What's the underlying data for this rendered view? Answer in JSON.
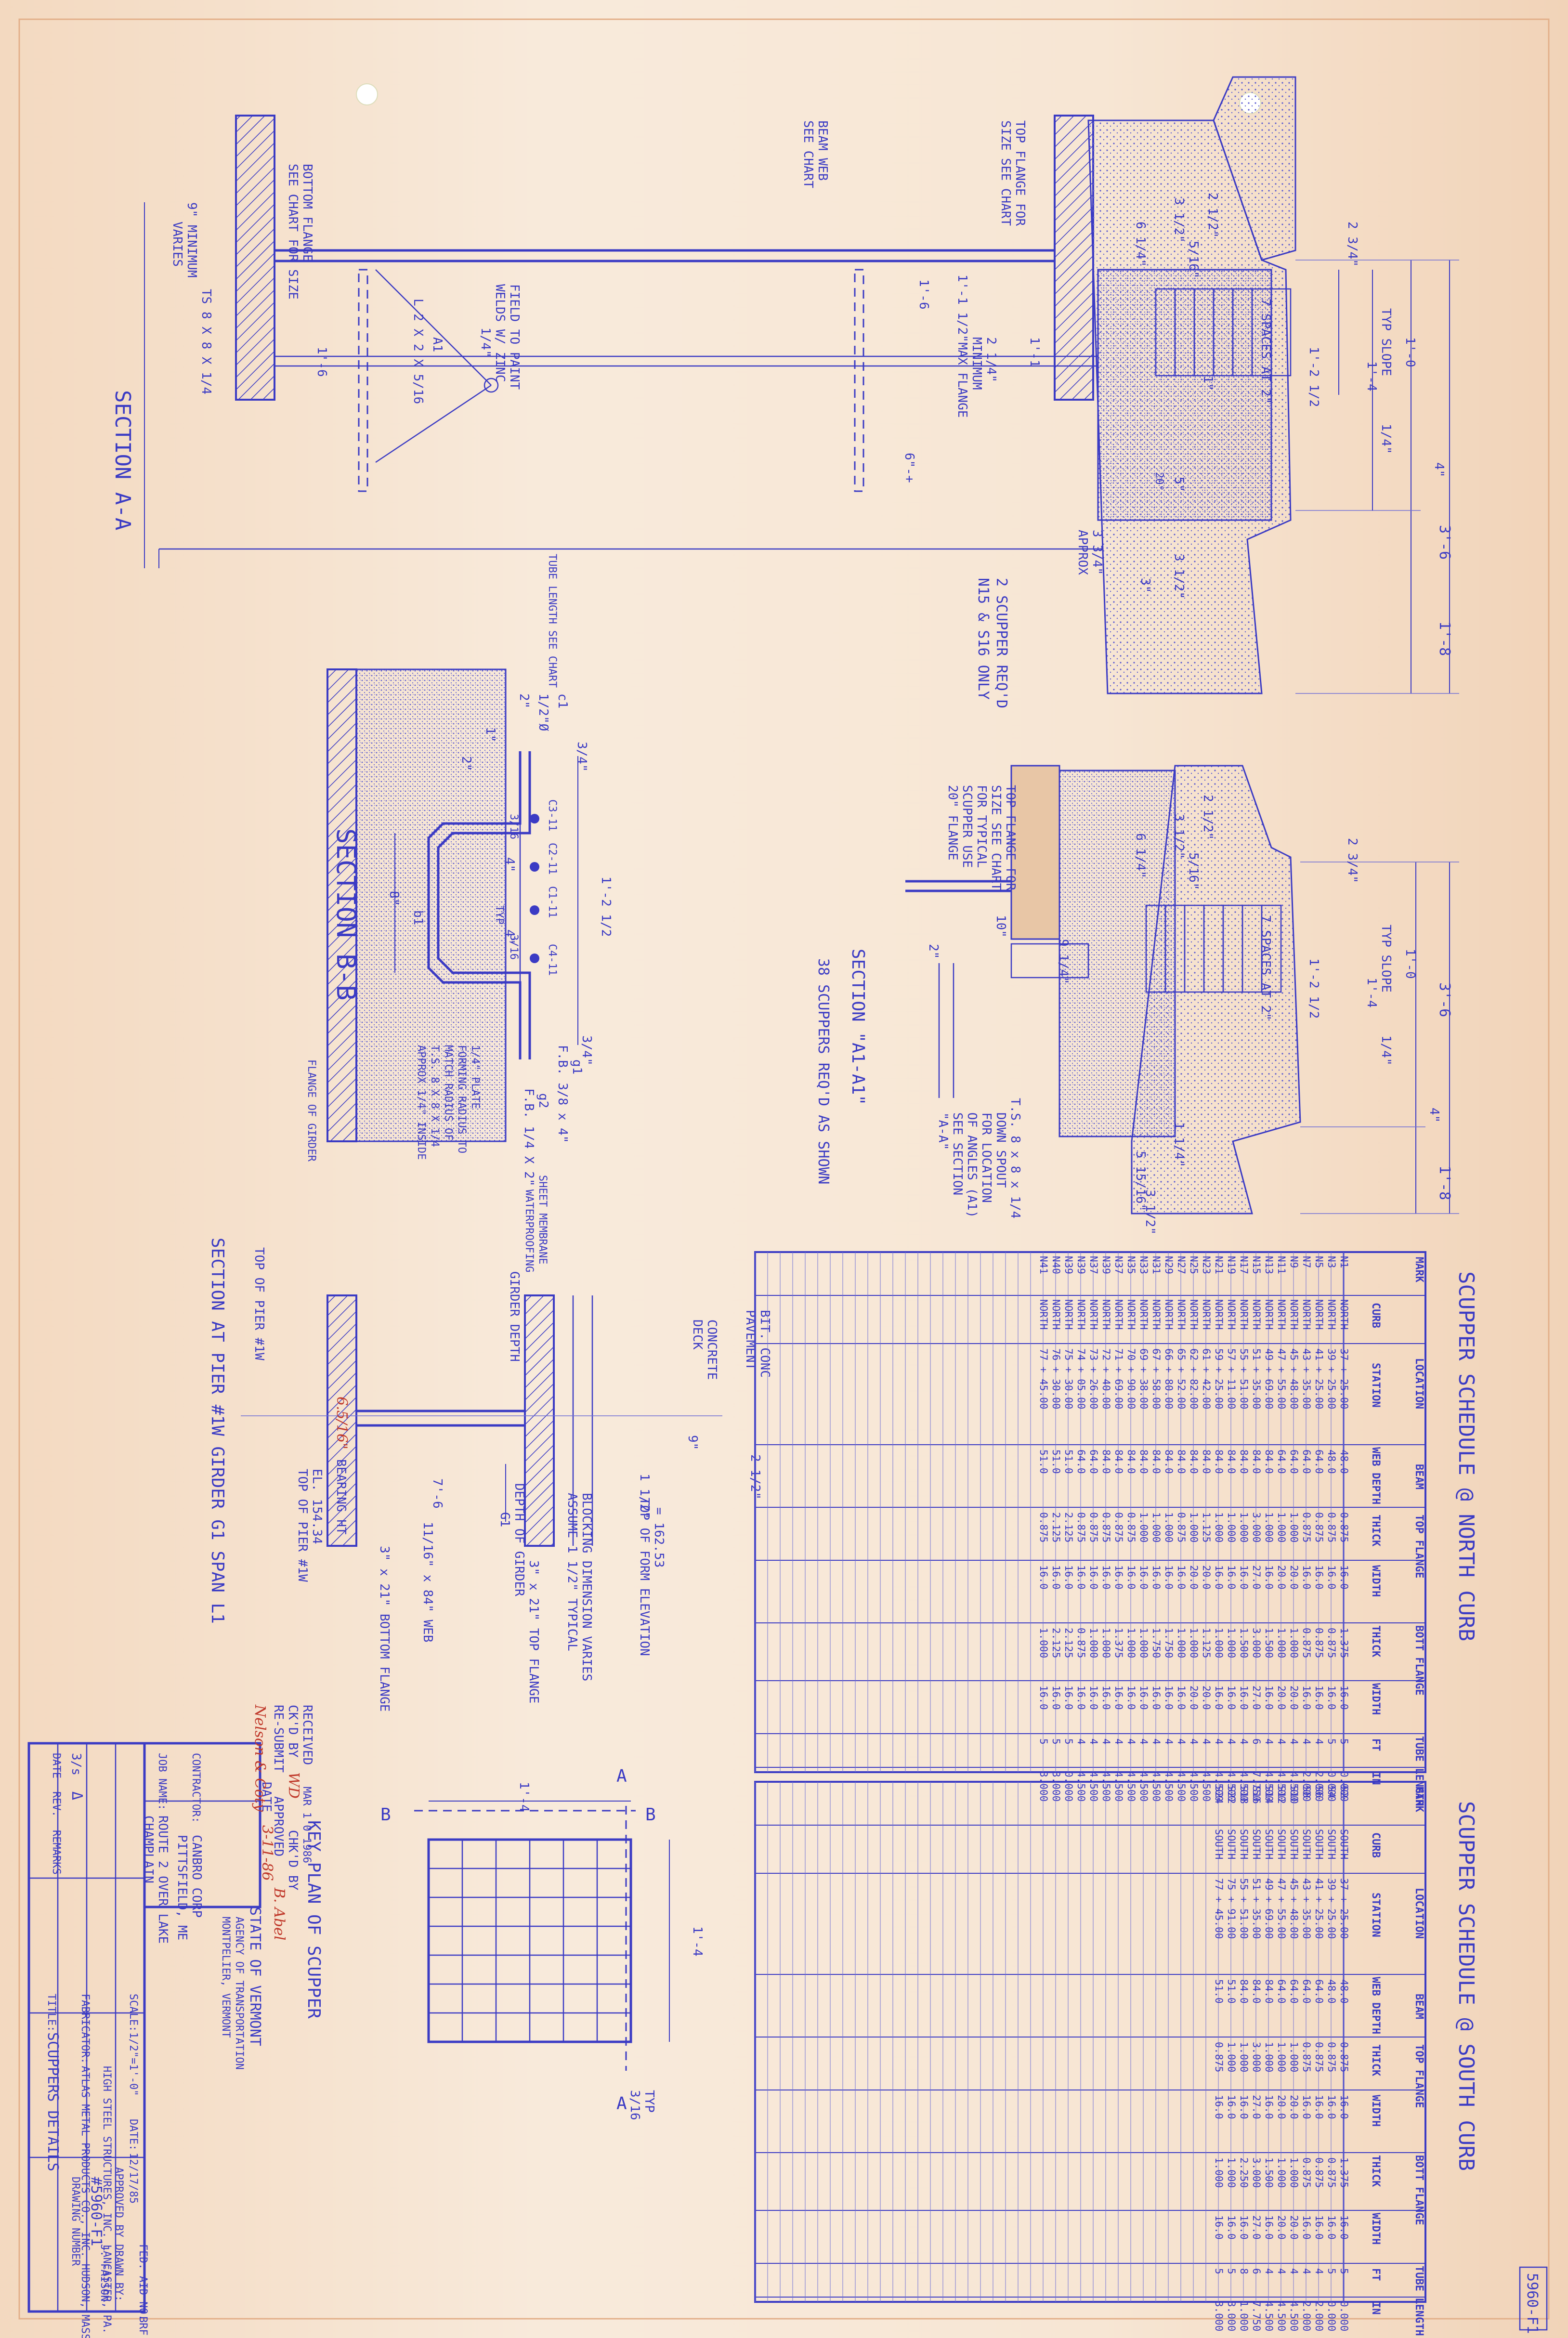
{
  "sheet_no_corner": "5960-F1",
  "section_aa": {
    "title": "SECTION  A-A",
    "labels": {
      "bottom_flange": "BOTTOM FLANGE",
      "bottom_flange2": "SEE CHART FOR SIZE",
      "beam_web": "BEAM WEB",
      "beam_web2": "SEE CHART",
      "top_flange": "TOP FLANGE FOR",
      "top_flange2": "SIZE SEE CHART",
      "min_9": "9\" MINIMUM",
      "varies": "VARIES",
      "ts": "TS 8 X 8 X 1/4",
      "field_paint": "FIELD TO PAINT",
      "field_paint2": "WELDS W/ ZINC",
      "weld": "1/4\"",
      "angle": "L 2 X 2 X 5/16",
      "a1": "A1",
      "d1_6": "1'-6",
      "d1_6b": "1'-6",
      "d1_1": "1'-1",
      "d1_1_2": "1'-1 1/2\"MAX FLANGE",
      "d2_1_4": "2 1/4\"",
      "minimum": "MINIMUM",
      "d6": "6\"-+",
      "tube_len": "TUBE LENGTH SEE CHART",
      "d3_1_2": "3 1/2\"",
      "d2_1_2": "2 1/2\"",
      "d5_16": "5/16\"",
      "d6_1_4": "6 1/4\"",
      "d2_3_4": "2 3/4\"",
      "d1_0": "1'-0",
      "typ_slope": "TYP SLOPE",
      "d1_4": "1'-4",
      "d1_4in": "1/4\"",
      "d7_spaces": "7 SPACES AT 2\"",
      "d1_2_1_2": "1'-2 1/2",
      "d1": "1\"",
      "d4": "4\"",
      "d5": "5\"",
      "d3_6": "3'-6",
      "d1_8": "1'-8",
      "d3_3_4": "3 3/4\"",
      "approx": "APPROX",
      "d3_1_2b": "3 1/2\"",
      "d3": "3\"",
      "deg20": "20°",
      "note1": "2 SCUPPER REQ'D",
      "note2": "N15 & S16 ONLY"
    }
  },
  "section_a1": {
    "title": "SECTION \"A1-A1\"",
    "note": "38 SCUPPERS REQ'D AS SHOWN",
    "labels": {
      "top_flange": "TOP FLANGE FOR",
      "top_flange2": "SIZE SEE CHART",
      "typical": "FOR TYPICAL",
      "scupper_use": "SCUPPER USE",
      "flange20": "20\" FLANGE",
      "d10": "10\"",
      "d2": "2\"",
      "d9_1_4": "9 1/4\"",
      "ts": "T.S. 8 x 8 x 1/4",
      "down_spout": "DOWN SPOUT",
      "for_location": "FOR LOCATION",
      "of_angles": "OF ANGLES (A1)",
      "see_section": "SEE SECTION",
      "aa": "\"A-A\"",
      "d5_15_16": "5 15/16\"",
      "d3_1_2": "3 1/2\"",
      "d1_1_4": "1 1/4\"",
      "d4": "4\"",
      "d1_8": "1'-8",
      "d3_6": "3'-6",
      "d1_0": "1'-0",
      "typ_slope": "TYP SLOPE",
      "d1_4": "1'-4",
      "d1_4in": "1/4\"",
      "d7_spaces": "7 SPACES AT 2\"",
      "d1_2_1_2": "1'-2 1/2",
      "d2_3_4": "2 3/4\"",
      "d6_1_4": "6 1/4\"",
      "d5_16": "5/16\"",
      "d3_1_2b": "3 1/2\"",
      "d2_1_2": "2 1/2\""
    }
  },
  "section_bb": {
    "title": "SECTION  B-B",
    "labels": {
      "c1": "c1",
      "half_diam": "1/2\"Ø",
      "d2": "2\"",
      "d1": "1\"",
      "d2b": "2\"",
      "d3_4": "3/4\"",
      "d3_4b": "3/4\"",
      "d1_2_1_2": "1'-2 1/2",
      "d4": "4\"",
      "d4b": "4\"",
      "d8": "8\"",
      "b1": "b1",
      "c3": "C3-11",
      "c2": "C2-11",
      "c1b": "C1-11",
      "c4": "C4-11",
      "typ": "TYP",
      "d3_16": "3/16",
      "d3_16b": "3/16",
      "g1": "g1",
      "fb38": "F.B. 3/8 x 4\"",
      "g2": "g2",
      "fb14": "F.B. 1/4 X 2\"",
      "plate1": "1/4\" PLATE",
      "plate2": "FORMING RADIUS TO",
      "plate3": "MATCH RADIUS OF",
      "plate4": "T.S. 8 X 8 X 1/4",
      "plate5": "APPROX 1/4\" INSIDE",
      "flange": "FLANGE OF GIRDER",
      "membrane": "SHEET MEMBRANE",
      "waterproof": "WATERPROOFING"
    }
  },
  "section_pier": {
    "title": "SECTION AT PIER #1W GIRDER G1 SPAN L1",
    "labels": {
      "bit": "BIT. CONC",
      "pavement": "PAVEMENT",
      "concrete": "CONCRETE",
      "deck": "DECK",
      "d2_1_2": "2 1/2\"",
      "d9": "9\"",
      "d1_1_2": "1 1/2\"",
      "girder_depth": "GIRDER DEPTH",
      "top_form": "TOP OF FORM ELEVATION",
      "top_form_val": "= 162.53",
      "blocking1": "BLOCKING DIMENSION VARIES",
      "blocking2": "ASSUME  1 1/2\" TYPICAL",
      "top_flange": "3\" x 21\" TOP FLANGE",
      "depth1": "DEPTH OF GIRDER",
      "depth2": "G1",
      "d7_6": "7'-6",
      "web": "11/16\" x 84\" WEB",
      "bottom_flange": "3\" x 21\" BOTTOM FLANGE",
      "bearing": "BEARING HT",
      "bearing_val": "6.5/16\"",
      "el": "EL. 154.34",
      "top_pier": "TOP OF PIER #1W",
      "top_pier2": "TOP OF PIER #1W"
    }
  },
  "key_plan": {
    "title": "KEY PLAN OF SCUPPER",
    "labels": {
      "d1_4a": "1'-4",
      "d1_4b": "1'-4",
      "a1": "A",
      "a2": "A",
      "b1": "B",
      "b2": "B",
      "typ": "TYP",
      "d3_16": "3/16"
    }
  },
  "north_schedule": {
    "title": "SCUPPER SCHEDULE @ NORTH CURB",
    "headers": {
      "mark": "MARK",
      "location": "LOCATION",
      "curb": "CURB",
      "station": "STATION",
      "beam": "BEAM",
      "web_depth": "WEB DEPTH",
      "top_flange": "TOP FLANGE",
      "tf_thick": "THICK",
      "tf_width": "WIDTH",
      "bott_flange": "BOTT FLANGE",
      "bf_thick": "THICK",
      "bf_width": "WIDTH",
      "tube_length": "TUBE LENGTH",
      "ft": "FT",
      "in": "IN"
    },
    "rows": [
      [
        "N1",
        "NORTH",
        "37 + 25.00",
        "48.0",
        "0.875",
        "16.0",
        "1.375",
        "16.0",
        "5",
        "0.000"
      ],
      [
        "N3",
        "NORTH",
        "39 + 25.00",
        "48.0",
        "0.875",
        "16.0",
        "0.875",
        "16.0",
        "5",
        "0.000"
      ],
      [
        "N5",
        "NORTH",
        "41 + 25.00",
        "64.0",
        "0.875",
        "16.0",
        "0.875",
        "16.0",
        "4",
        "2.000"
      ],
      [
        "N7",
        "NORTH",
        "43 + 35.00",
        "64.0",
        "0.875",
        "16.0",
        "0.875",
        "16.0",
        "4",
        "2.000"
      ],
      [
        "N9",
        "NORTH",
        "45 + 48.00",
        "64.0",
        "1.000",
        "20.0",
        "1.000",
        "20.0",
        "4",
        "4.500"
      ],
      [
        "N11",
        "NORTH",
        "47 + 55.00",
        "64.0",
        "1.000",
        "20.0",
        "1.000",
        "20.0",
        "4",
        "4.500"
      ],
      [
        "N13",
        "NORTH",
        "49 + 69.00",
        "84.0",
        "1.000",
        "16.0",
        "1.500",
        "16.0",
        "4",
        "4.500"
      ],
      [
        "N15",
        "NORTH",
        "51 + 35.00",
        "84.0",
        "3.000",
        "27.0",
        "3.000",
        "27.0",
        "6",
        "7.750"
      ],
      [
        "N17",
        "NORTH",
        "55 + 51.00",
        "84.0",
        "1.000",
        "16.0",
        "1.500",
        "16.0",
        "4",
        "4.500"
      ],
      [
        "N19",
        "NORTH",
        "57 + 11.00",
        "84.0",
        "1.000",
        "16.0",
        "1.000",
        "16.0",
        "4",
        "4.500"
      ],
      [
        "N21",
        "NORTH",
        "59 + 25.00",
        "84.0",
        "1.000",
        "16.0",
        "1.000",
        "16.0",
        "4",
        "4.500"
      ],
      [
        "N23",
        "NORTH",
        "61 + 42.00",
        "84.0",
        "1.125",
        "20.0",
        "1.125",
        "20.0",
        "4",
        "4.500"
      ],
      [
        "N25",
        "NORTH",
        "62 + 82.00",
        "84.0",
        "1.000",
        "20.0",
        "1.000",
        "20.0",
        "4",
        "4.500"
      ],
      [
        "N27",
        "NORTH",
        "65 + 52.00",
        "84.0",
        "0.875",
        "16.0",
        "1.000",
        "16.0",
        "4",
        "4.500"
      ],
      [
        "N29",
        "NORTH",
        "66 + 80.00",
        "84.0",
        "1.000",
        "16.0",
        "1.750",
        "16.0",
        "4",
        "4.500"
      ],
      [
        "N31",
        "NORTH",
        "67 + 58.00",
        "84.0",
        "1.000",
        "16.0",
        "1.750",
        "16.0",
        "4",
        "4.500"
      ],
      [
        "N33",
        "NORTH",
        "69 + 38.00",
        "84.0",
        "1.000",
        "16.0",
        "1.000",
        "16.0",
        "4",
        "4.500"
      ],
      [
        "N35",
        "NORTH",
        "70 + 90.00",
        "84.0",
        "0.875",
        "16.0",
        "1.000",
        "16.0",
        "4",
        "4.500"
      ],
      [
        "N37",
        "NORTH",
        "71 + 69.00",
        "84.0",
        "0.875",
        "16.0",
        "1.375",
        "16.0",
        "4",
        "4.500"
      ],
      [
        "N39",
        "NORTH",
        "72 + 40.00",
        "84.0",
        "0.875",
        "16.0",
        "1.000",
        "16.0",
        "4",
        "4.500"
      ],
      [
        "N37",
        "NORTH",
        "73 + 26.00",
        "64.0",
        "0.875",
        "16.0",
        "1.000",
        "16.0",
        "4",
        "4.500"
      ],
      [
        "N39",
        "NORTH",
        "74 + 05.00",
        "64.0",
        "0.875",
        "16.0",
        "0.875",
        "16.0",
        "4",
        "4.500"
      ],
      [
        "N39",
        "NORTH",
        "75 + 30.00",
        "51.0",
        "2.125",
        "16.0",
        "2.125",
        "16.0",
        "5",
        "0.000"
      ],
      [
        "N40",
        "NORTH",
        "76 + 30.00",
        "51.0",
        "2.125",
        "16.0",
        "2.125",
        "16.0",
        "5",
        "3.000"
      ],
      [
        "N41",
        "NORTH",
        "77 + 45.00",
        "51.0",
        "0.875",
        "16.0",
        "1.000",
        "16.0",
        "5",
        "3.000"
      ]
    ],
    "blank_rows": 22
  },
  "south_schedule": {
    "title": "SCUPPER SCHEDULE @ SOUTH CURB",
    "headers": {
      "mark": "MARK",
      "location": "LOCATION",
      "curb": "CURB",
      "station": "STATION",
      "beam": "BEAM",
      "web_depth": "WEB DEPTH",
      "top_flange": "TOP FLANGE",
      "tf_thick": "THICK",
      "tf_width": "WIDTH",
      "bott_flange": "BOTT FLANGE",
      "bf_thick": "THICK",
      "bf_width": "WIDTH",
      "tube_length": "TUBE LENGTH",
      "ft": "FT",
      "in": "IN"
    },
    "rows": [
      [
        "S2",
        "SOUTH",
        "37 + 25.00",
        "48.0",
        "0.875",
        "16.0",
        "1.375",
        "16.0",
        "5",
        "0.000"
      ],
      [
        "S4",
        "SOUTH",
        "39 + 25.00",
        "48.0",
        "0.875",
        "16.0",
        "0.875",
        "16.0",
        "5",
        "0.000"
      ],
      [
        "S6",
        "SOUTH",
        "41 + 25.00",
        "64.0",
        "0.875",
        "16.0",
        "0.875",
        "16.0",
        "4",
        "2.000"
      ],
      [
        "S8",
        "SOUTH",
        "43 + 35.00",
        "64.0",
        "0.875",
        "16.0",
        "0.875",
        "16.0",
        "4",
        "2.000"
      ],
      [
        "S10",
        "SOUTH",
        "45 + 48.00",
        "64.0",
        "1.000",
        "20.0",
        "1.000",
        "20.0",
        "4",
        "4.500"
      ],
      [
        "S12",
        "SOUTH",
        "47 + 55.00",
        "64.0",
        "1.000",
        "20.0",
        "1.000",
        "20.0",
        "4",
        "4.500"
      ],
      [
        "S14",
        "SOUTH",
        "49 + 69.00",
        "84.0",
        "1.000",
        "16.0",
        "1.500",
        "16.0",
        "4",
        "4.500"
      ],
      [
        "S16",
        "SOUTH",
        "51 + 35.00",
        "84.0",
        "3.000",
        "27.0",
        "3.000",
        "27.0",
        "6",
        "7.750"
      ],
      [
        "S18",
        "SOUTH",
        "55 + 51.00",
        "84.0",
        "1.000",
        "16.0",
        "2.250",
        "16.0",
        "8",
        "1.000"
      ],
      [
        "S22",
        "SOUTH",
        "75 + 91.00",
        "51.0",
        "1.000",
        "16.0",
        "1.000",
        "16.0",
        "5",
        "3.000"
      ],
      [
        "S24",
        "SOUTH",
        "77 + 45.00",
        "51.0",
        "0.875",
        "16.0",
        "1.000",
        "16.0",
        "5",
        "3.000"
      ]
    ],
    "blank_rows": 36
  },
  "title_block": {
    "received": "RECEIVED",
    "received_date": "MAR 1 0 1986",
    "ckd_by": "CK'D BY",
    "ckd_val": "WD",
    "chkd_by": "CHK'D BY",
    "resubmit": "RE-SUBMIT",
    "approved": "APPROVED",
    "approved_by": "B. Abel",
    "date": "DATE",
    "date_val": "3-11-86",
    "sig": "Nelson & Coty",
    "state1": "STATE OF VERMONT",
    "state2": "AGENCY OF TRANSPORTATION",
    "state3": "MONTPELIER, VERMONT",
    "contractor_lbl": "CONTRACTOR:",
    "contractor1": "CANBRO CORP",
    "contractor2": "PITTSFIELD, ME",
    "job_lbl": "JOB NAME:",
    "job1": "ROUTE 2 OVER LAKE",
    "job2": "CHAMPLAIN",
    "fed_aid": "FED. AID NO.",
    "fed_aid_val": "BRF",
    "scale_lbl": "SCALE:",
    "scale_val": "1/2\"=1'-0\"",
    "date_lbl": "DATE:",
    "date_val2": "12/17/85",
    "approved_lbl": "APPROVED BY",
    "drawn_lbl": "DRAWN BY:",
    "drawn_val": "J. FAISON",
    "fabricator_lbl": "FABRICATOR:",
    "fabricator1": "ATLAS METAL PRODUCTS CO., INC. HUDSON, MASS.",
    "fabricator2": "HIGH STEEL STRUCTURES, INC. LANCASTER, PA.",
    "title_lbl": "TITLE:",
    "title_val": "SCUPPERS DETAILS",
    "drawing_no_lbl": "DRAWING NUMBER",
    "drawing_no": "#5960-F1",
    "rev_date": "DATE",
    "rev_rev": "REV.",
    "rev_remarks": "REMARKS",
    "rev_mark": "3/s",
    "rev_tri": "Δ"
  },
  "colors": {
    "ink": "#3b3bc4",
    "paper": "#f6e3cf",
    "red_ink": "#c0392b"
  }
}
